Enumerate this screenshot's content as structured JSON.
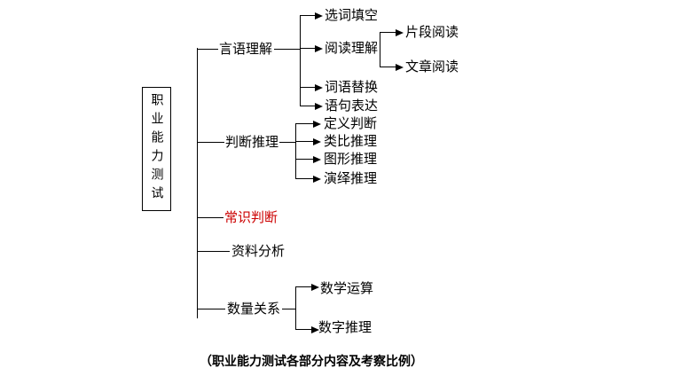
{
  "diagram": {
    "root_label": "职业能力测试",
    "branches": [
      {
        "label": "言语理解",
        "children": [
          {
            "label": "选词填空"
          },
          {
            "label": "阅读理解",
            "children": [
              {
                "label": "片段阅读"
              },
              {
                "label": "文章阅读"
              }
            ]
          },
          {
            "label": "词语替换"
          },
          {
            "label": "语句表达"
          }
        ]
      },
      {
        "label": "判断推理",
        "children": [
          {
            "label": "定义判断"
          },
          {
            "label": "类比推理"
          },
          {
            "label": "图形推理"
          },
          {
            "label": "演绎推理"
          }
        ]
      },
      {
        "label": "常识判断",
        "highlight": true
      },
      {
        "label": "资料分析"
      },
      {
        "label": "数量关系",
        "children": [
          {
            "label": "数学运算"
          },
          {
            "label": "数字推理"
          }
        ]
      }
    ],
    "caption": "（职业能力测试各部分内容及考察比例）",
    "colors": {
      "line": "#000000",
      "text": "#000000",
      "highlight": "#cc0000",
      "background": "#ffffff"
    }
  }
}
